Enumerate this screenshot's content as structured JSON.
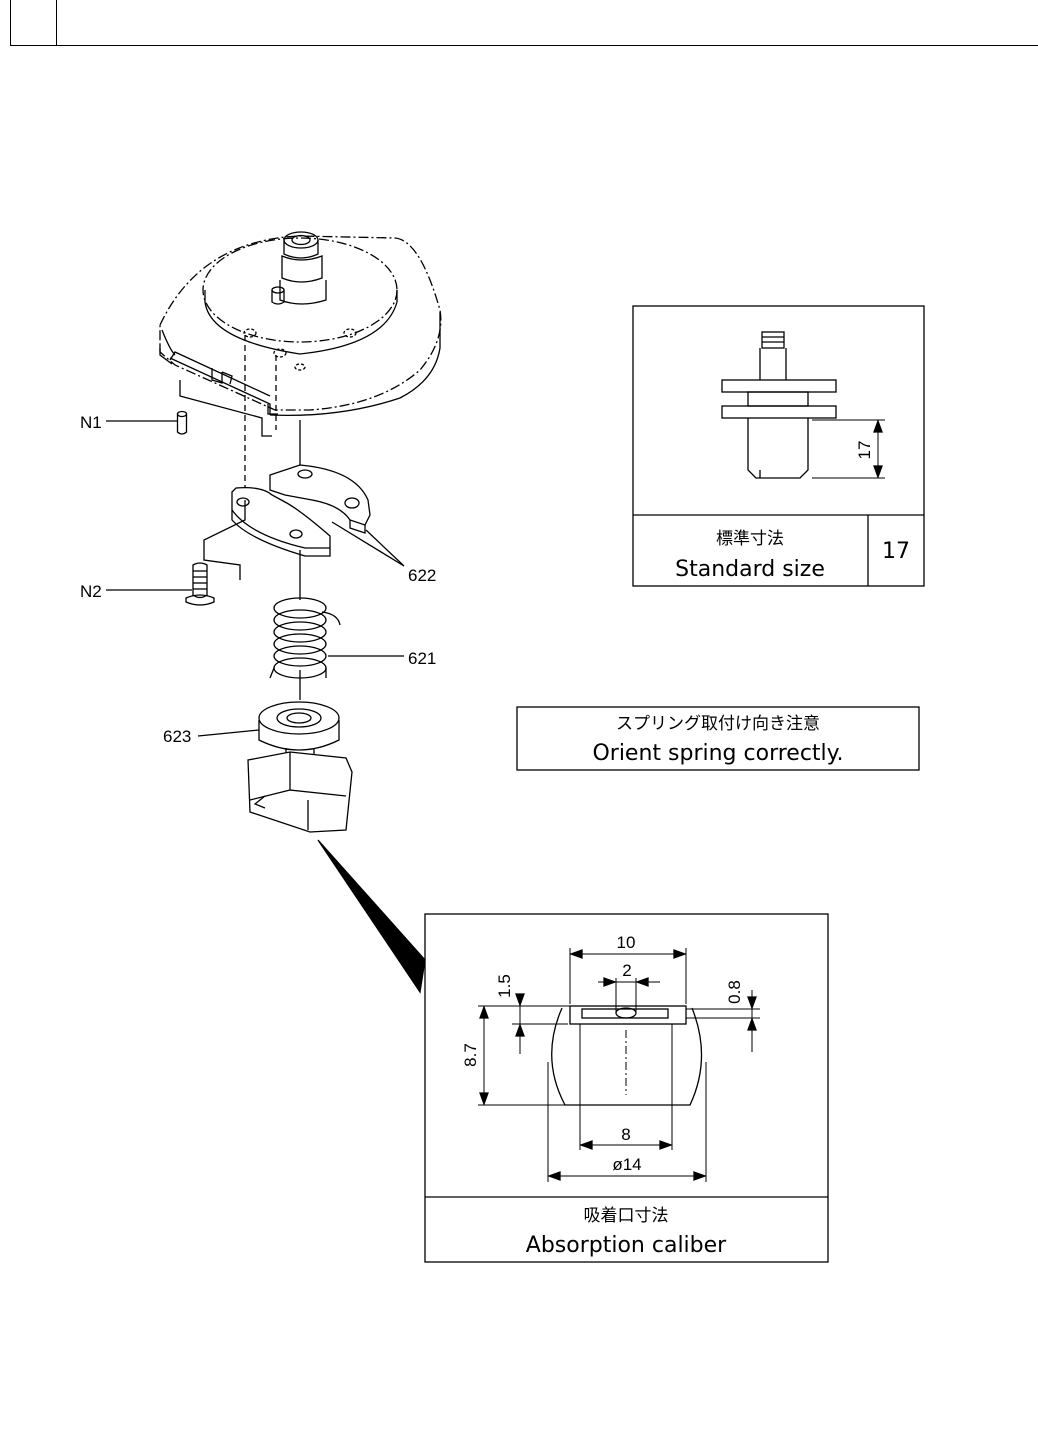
{
  "parts": {
    "n1": "N1",
    "n2": "N2",
    "p622": "622",
    "p621": "621",
    "p623": "623"
  },
  "standard_size": {
    "dimension": "17",
    "label_jp": "標準寸法",
    "label_en": "Standard size",
    "value": "17"
  },
  "spring_note": {
    "label_jp": "スプリング取付け向き注意",
    "label_en": "Orient spring correctly."
  },
  "absorption": {
    "dim_10": "10",
    "dim_2": "2",
    "dim_1_5": "1.5",
    "dim_0_8": "0.8",
    "dim_8_7": "8.7",
    "dim_8": "8",
    "dim_d14": "ø14",
    "label_jp": "吸着口寸法",
    "label_en": "Absorption caliber"
  }
}
